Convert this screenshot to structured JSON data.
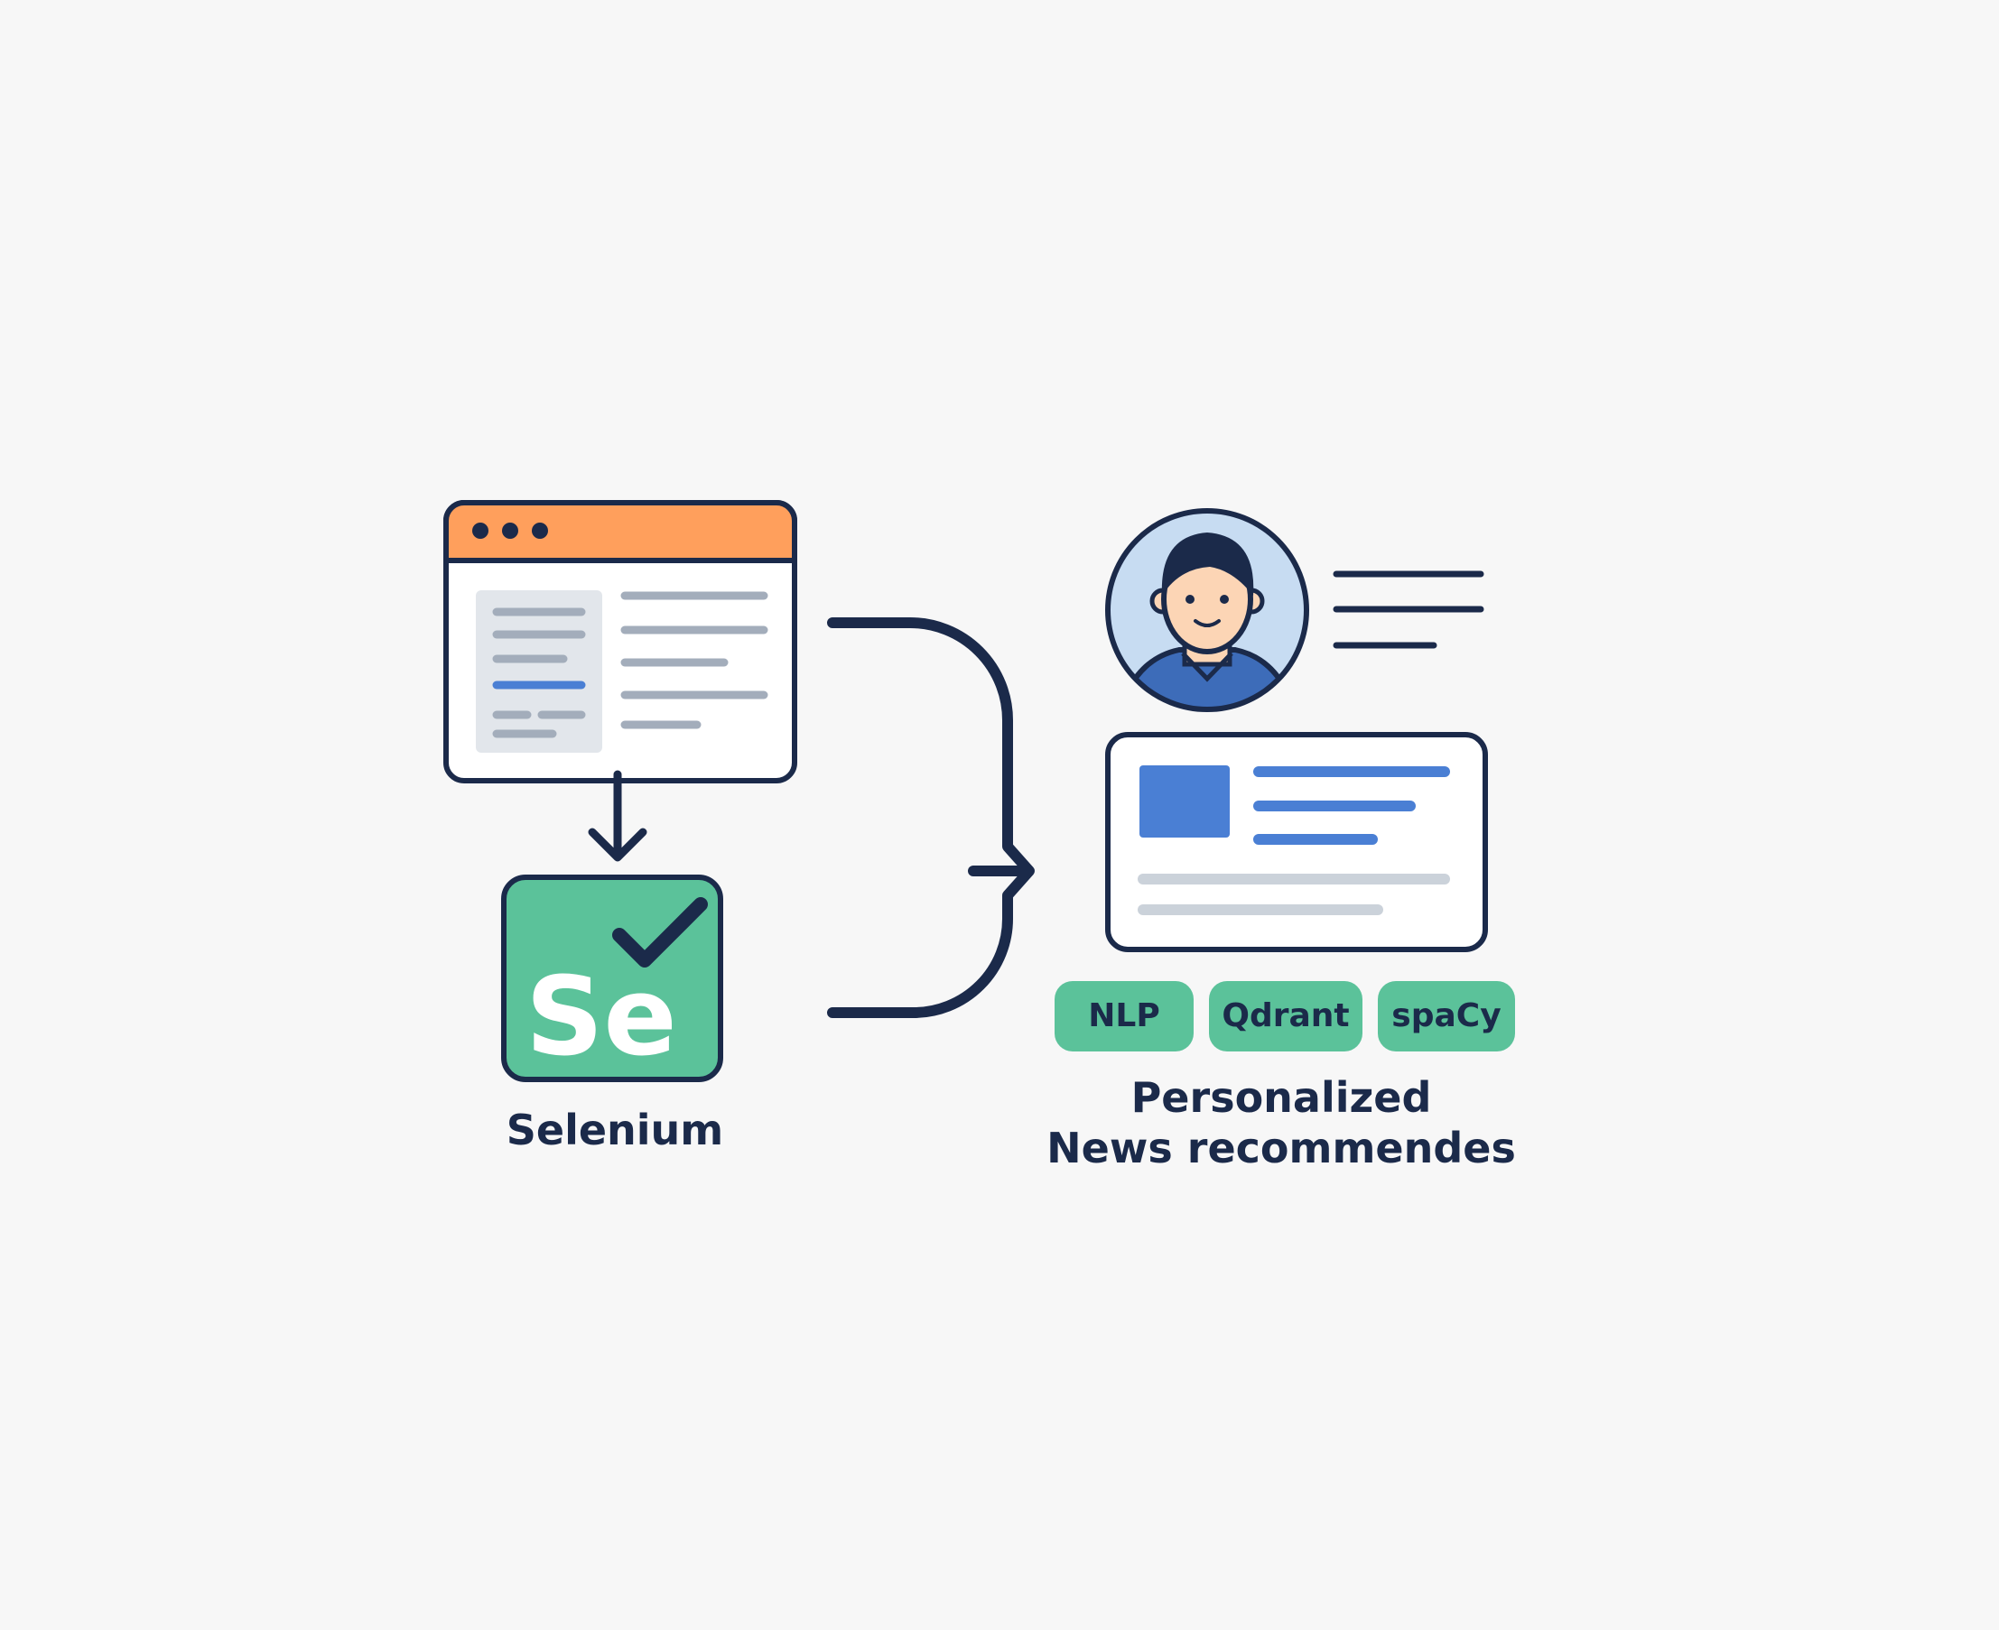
{
  "labels": {
    "selenium_logo_text": "Se",
    "selenium_caption": "Selenium",
    "output_title_line1": "Personalized",
    "output_title_line2": "News recommendes"
  },
  "tags": [
    "NLP",
    "Qdrant",
    "spaCy"
  ],
  "colors": {
    "background": "#f7f7f7",
    "outline": "#1b2a4a",
    "browser_bar": "#ff9f5c",
    "selenium_green": "#5bc29a",
    "accent_blue": "#4a7fd4",
    "placeholder_gray": "#a3adbb",
    "sidebar_gray": "#e2e6eb",
    "avatar_bg": "#c7dcf2",
    "skin": "#fcd5b5",
    "shirt": "#3d6cb9"
  },
  "icons": {
    "browser": "browser-window-icon",
    "selenium": "selenium-logo-icon",
    "checkmark": "checkmark-icon",
    "user": "user-avatar-icon",
    "card": "news-card-icon"
  }
}
